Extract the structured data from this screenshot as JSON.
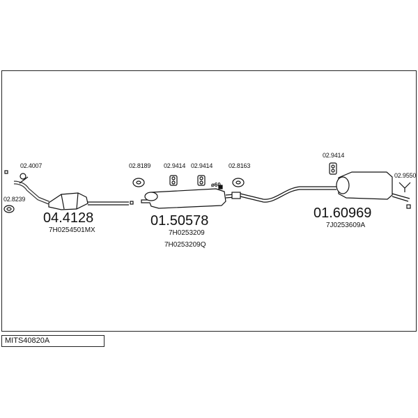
{
  "assembly_code": "MITS40820A",
  "parts": {
    "front_pipe_cat": {
      "number": "04.4128",
      "oem": "7H0254501MX"
    },
    "middle_silencer": {
      "number": "01.50578",
      "oem": [
        "7H0253209",
        "7H0253209Q"
      ]
    },
    "rear_silencer": {
      "number": "01.60969",
      "oem": "7J0253609A"
    }
  },
  "accessories": {
    "gasket_front": "02.4007",
    "clamp_front": "02.8239",
    "hanger_1": "02.8189",
    "hanger_2": "02.9414",
    "hanger_3": "02.9414",
    "clamp_mid": "02.8163",
    "hanger_rear": "02.9414",
    "tailpipe_bracket": "02.9550"
  },
  "diameter_label": "ø60"
}
